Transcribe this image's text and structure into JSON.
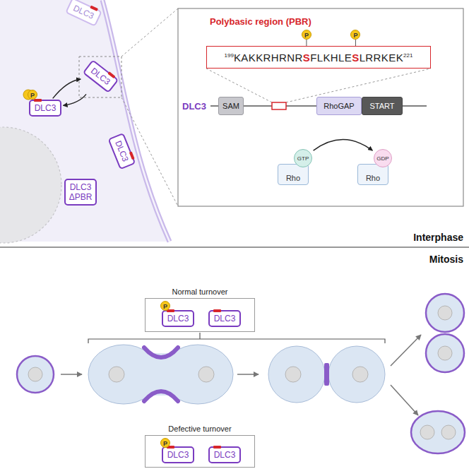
{
  "diagram": {
    "nodes": [
      {
        "text": [
          "DLC3"
        ]
      },
      {
        "text": [
          "DLC3"
        ]
      },
      {
        "text": [
          "DLC3"
        ]
      },
      {
        "text": [
          "DLC3"
        ]
      },
      {
        "text": [
          "DLC3 ΔPBR"
        ]
      },
      {
        "text": [
          "Polybasic region (PBR)",
          "199",
          "KAKKRHRNR",
          "S",
          "FLKHLE",
          "S",
          "LRRKEK",
          "221"
        ]
      },
      {
        "text": [
          "SAM"
        ]
      },
      {
        "text": [
          "RhoGAP"
        ]
      },
      {
        "text": [
          "START"
        ]
      },
      {
        "text": [
          "Rho"
        ]
      },
      {
        "text": [
          "GTP"
        ]
      },
      {
        "text": [
          "Rho"
        ]
      },
      {
        "text": [
          "GDP"
        ]
      },
      {
        "text": [
          "Normal turnover"
        ]
      },
      {
        "text": [
          "DLC3"
        ],
        "in": 13
      },
      {
        "text": [
          "DLC3"
        ],
        "in": 13
      },
      {
        "text": [
          "Defective turnover"
        ]
      },
      {
        "text": [
          "DLC3"
        ],
        "in": 16
      },
      {
        "text": [
          "DLC3"
        ],
        "in": 16
      }
    ],
    "edges": [
      {
        "from": 1,
        "to": 2,
        "arrow": "to"
      },
      {
        "from": 2,
        "to": 1,
        "arrow": "to"
      },
      {
        "from": 10,
        "to": 12,
        "arrow": "to"
      },
      {
        "from": 14,
        "to": 15,
        "arrow": "to"
      },
      {
        "from": 15,
        "to": 14,
        "arrow": "to"
      },
      {
        "from": 17,
        "to": 18,
        "arrow": "to"
      },
      {
        "from": 18,
        "to": 17,
        "arrow": "to"
      }
    ],
    "labels": [
      "P",
      "P",
      "P",
      "DLC3",
      "Interphase",
      "Mitosis",
      "P",
      "P"
    ]
  }
}
